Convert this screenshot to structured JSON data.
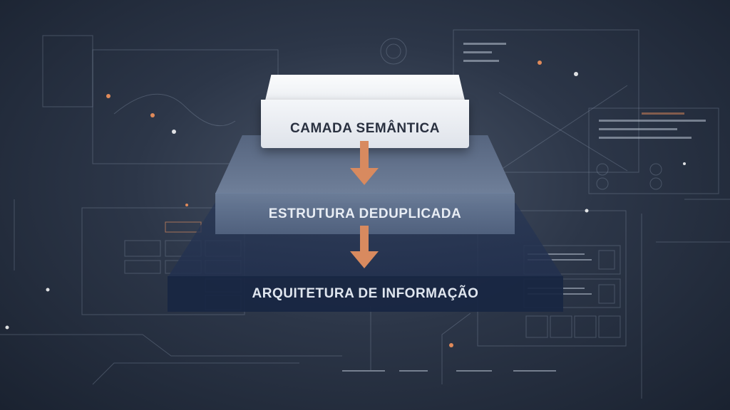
{
  "layers": [
    {
      "label": "CAMADA SEMÂNTICA"
    },
    {
      "label": "ESTRUTURA DEDUPLICADA"
    },
    {
      "label": "ARQUITETURA DE INFORMAÇÃO"
    }
  ],
  "colors": {
    "arrow": "#d88a5f",
    "top_layer": "#eef1f5",
    "middle_layer": "#6f7f99",
    "bottom_layer": "#18264a",
    "accent_dots": "#e08a5a"
  }
}
